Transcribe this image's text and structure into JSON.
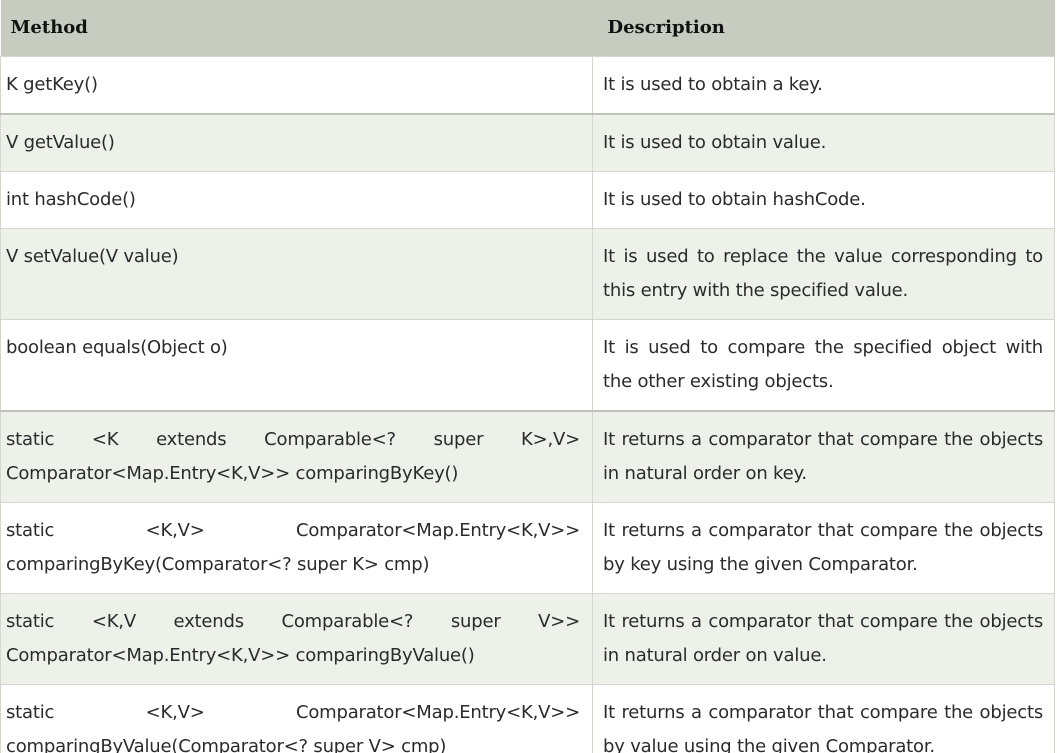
{
  "table": {
    "headers": {
      "method": "Method",
      "description": "Description"
    },
    "rows": [
      {
        "method": "K getKey()",
        "description": "It is used to obtain a key."
      },
      {
        "method": "V getValue()",
        "description": "It is used to obtain value."
      },
      {
        "method": "int hashCode()",
        "description": "It is used to obtain hashCode."
      },
      {
        "method": "V setValue(V value)",
        "description": "It is used to replace the value corresponding to this entry with the specified value."
      },
      {
        "method": "boolean equals(Object o)",
        "description": "It is used to compare the specified object with the other existing objects."
      },
      {
        "method": "static <K extends Comparable<? super K>,V> Comparator<Map.Entry<K,V>> comparingByKey()",
        "description": "It returns a comparator that compare the objects in natural order on key."
      },
      {
        "method": "static <K,V> Comparator<Map.Entry<K,V>> comparingByKey(Comparator<? super K> cmp)",
        "description": "It returns a comparator that compare the objects by key using the given Comparator."
      },
      {
        "method": "static <K,V extends Comparable<? super V>> Comparator<Map.Entry<K,V>> comparingByValue()",
        "description": "It returns a comparator that compare the objects in natural order on value."
      },
      {
        "method": "static <K,V> Comparator<Map.Entry<K,V>> comparingByValue(Comparator<? super V> cmp)",
        "description": "It returns a comparator that compare the objects by value using the given Comparator."
      }
    ]
  },
  "colors": {
    "header_bg": "#c8cbc0",
    "row_alt_bg": "#eef0ea",
    "row_bg": "#ffffff",
    "border": "#d4d6cf"
  }
}
